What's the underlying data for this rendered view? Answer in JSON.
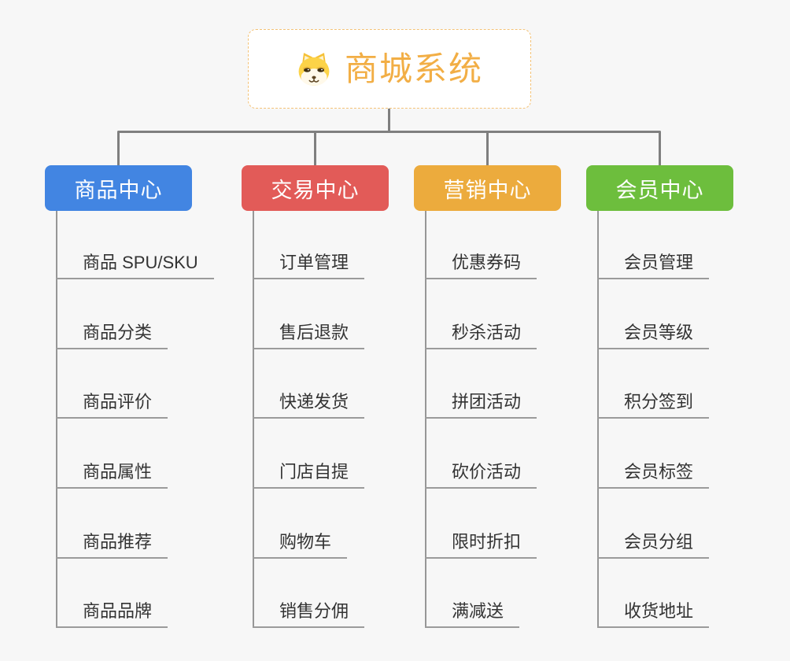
{
  "root": {
    "title": "商城系统",
    "accent_color": "#F2AE45",
    "icon": "doge-icon"
  },
  "branches": [
    {
      "label": "商品中心",
      "color": "#4285E2",
      "items": [
        "商品 SPU/SKU",
        "商品分类",
        "商品评价",
        "商品属性",
        "商品推荐",
        "商品品牌"
      ]
    },
    {
      "label": "交易中心",
      "color": "#E25B58",
      "items": [
        "订单管理",
        "售后退款",
        "快递发货",
        "门店自提",
        "购物车",
        "销售分佣"
      ]
    },
    {
      "label": "营销中心",
      "color": "#ECAB3D",
      "items": [
        "优惠券码",
        "秒杀活动",
        "拼团活动",
        "砍价活动",
        "限时折扣",
        "满减送"
      ]
    },
    {
      "label": "会员中心",
      "color": "#6DBE3D",
      "items": [
        "会员管理",
        "会员等级",
        "积分签到",
        "会员标签",
        "会员分组",
        "收货地址"
      ]
    }
  ],
  "connector_color": "#7F7F7F"
}
